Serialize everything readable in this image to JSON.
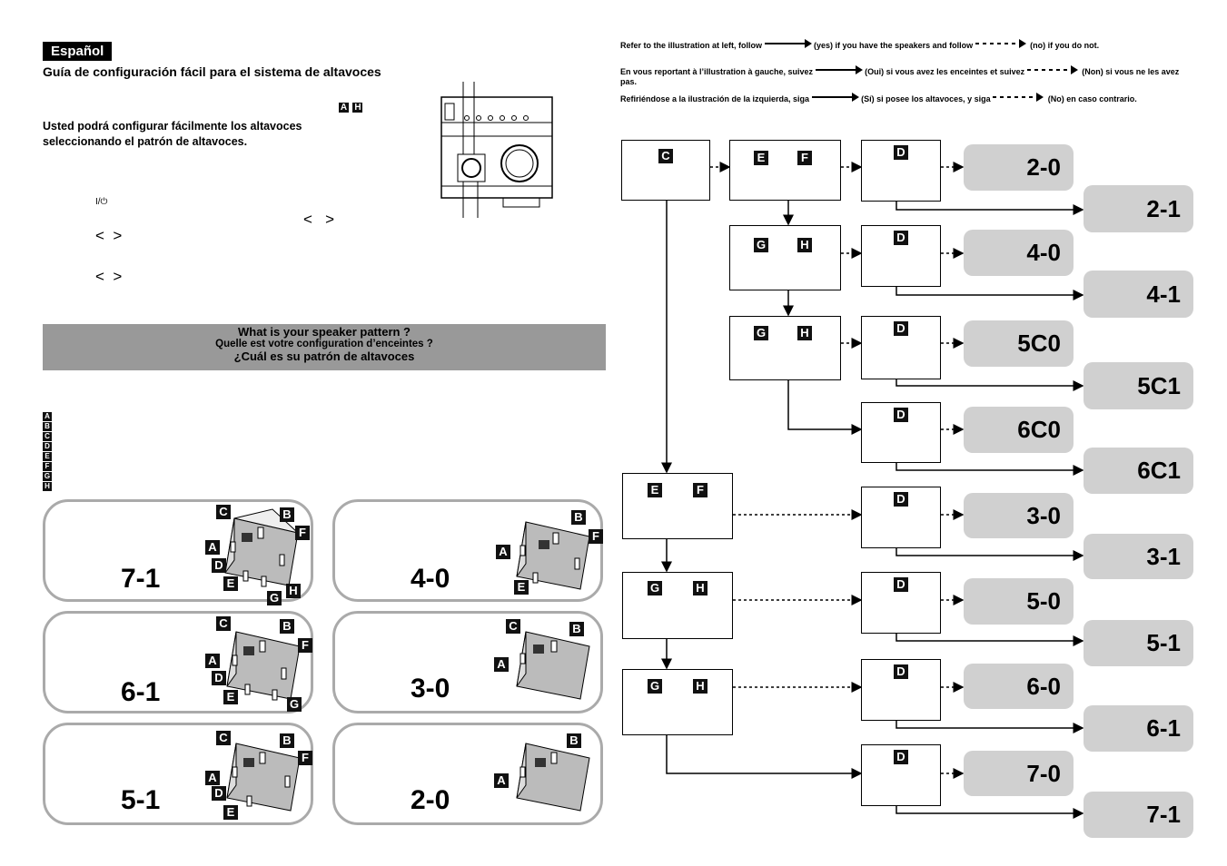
{
  "left": {
    "lang_badge": "Español",
    "title": "Guía de configuración fácil para el sistema de altavoces",
    "title_markers": [
      "A",
      "H"
    ],
    "intro": "Usted podrá configurar fácilmente los altavoces seleccionando el patrón de altavoces.",
    "power_symbol": "I/⏻",
    "arrows_row1": "<   >",
    "arrows_row2": "<  >",
    "arrows_row3": "<  >",
    "banner": {
      "en": "What is your speaker pattern ?",
      "fr": "Quelle est votre configuration d’enceintes ?",
      "es": "¿Cuál es su patrón de altavoces"
    },
    "legend_letters": [
      "A",
      "B",
      "C",
      "D",
      "E",
      "F",
      "G",
      "H"
    ],
    "cards": [
      {
        "pattern": "7-1",
        "labels": [
          "C",
          "B",
          "F",
          "A",
          "D",
          "E",
          "G",
          "H"
        ]
      },
      {
        "pattern": "4-0",
        "labels": [
          "B",
          "F",
          "A",
          "E"
        ]
      },
      {
        "pattern": "6-1",
        "labels": [
          "C",
          "B",
          "F",
          "A",
          "D",
          "E",
          "G"
        ]
      },
      {
        "pattern": "3-0",
        "labels": [
          "C",
          "B",
          "A"
        ]
      },
      {
        "pattern": "5-1",
        "labels": [
          "C",
          "B",
          "F",
          "A",
          "D",
          "E"
        ]
      },
      {
        "pattern": "2-0",
        "labels": [
          "B",
          "A"
        ]
      }
    ]
  },
  "instructions": [
    {
      "pre": "Refer to the illustration at left, follow",
      "yes": "(yes) if you have the speakers and follow",
      "no": "(no) if you do not."
    },
    {
      "pre": "En vous reportant à l’illustration à gauche, suivez",
      "yes": "(Oui) si vous avez les enceintes et suivez",
      "no": "(Non) si vous ne les avez pas."
    },
    {
      "pre": "Refiriéndose a la ilustración de la izquierda, siga",
      "yes": "(Sí) si posee los altavoces, y siga",
      "no": "(No) en caso contrario."
    }
  ],
  "flow": {
    "nodes": [
      "C",
      "E",
      "F",
      "G",
      "H",
      "D"
    ],
    "results": [
      "2-0",
      "2-1",
      "4-0",
      "4-1",
      "5C0",
      "5C1",
      "6C0",
      "6C1",
      "3-0",
      "3-1",
      "5-0",
      "5-1",
      "6-0",
      "6-1",
      "7-0",
      "7-1"
    ]
  }
}
